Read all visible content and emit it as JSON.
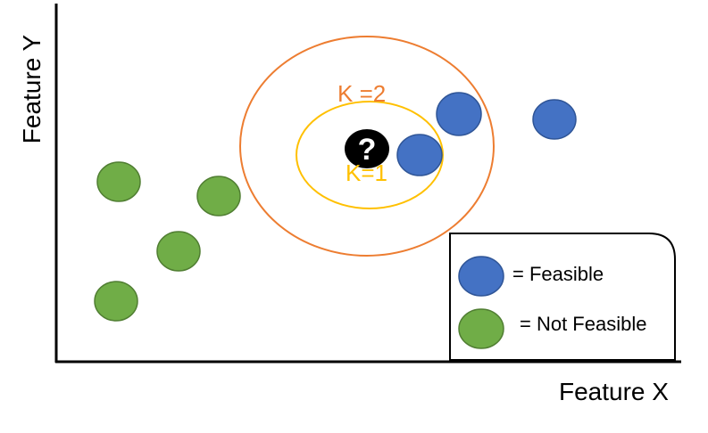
{
  "axes": {
    "y_label": "Feature Y",
    "x_label": "Feature X"
  },
  "neighborhoods": {
    "outer_label": "K =2",
    "inner_label": "K=1",
    "outer_color": "#ed7d31",
    "inner_color": "#ffc000"
  },
  "query_point": {
    "symbol": "?",
    "color": "#000000",
    "icon": "question-mark-icon"
  },
  "classes": {
    "feasible_color": "#4472c4",
    "not_feasible_color": "#70ad47"
  },
  "legend": {
    "feasible_label": "= Feasible",
    "not_feasible_label": "= Not Feasible"
  }
}
